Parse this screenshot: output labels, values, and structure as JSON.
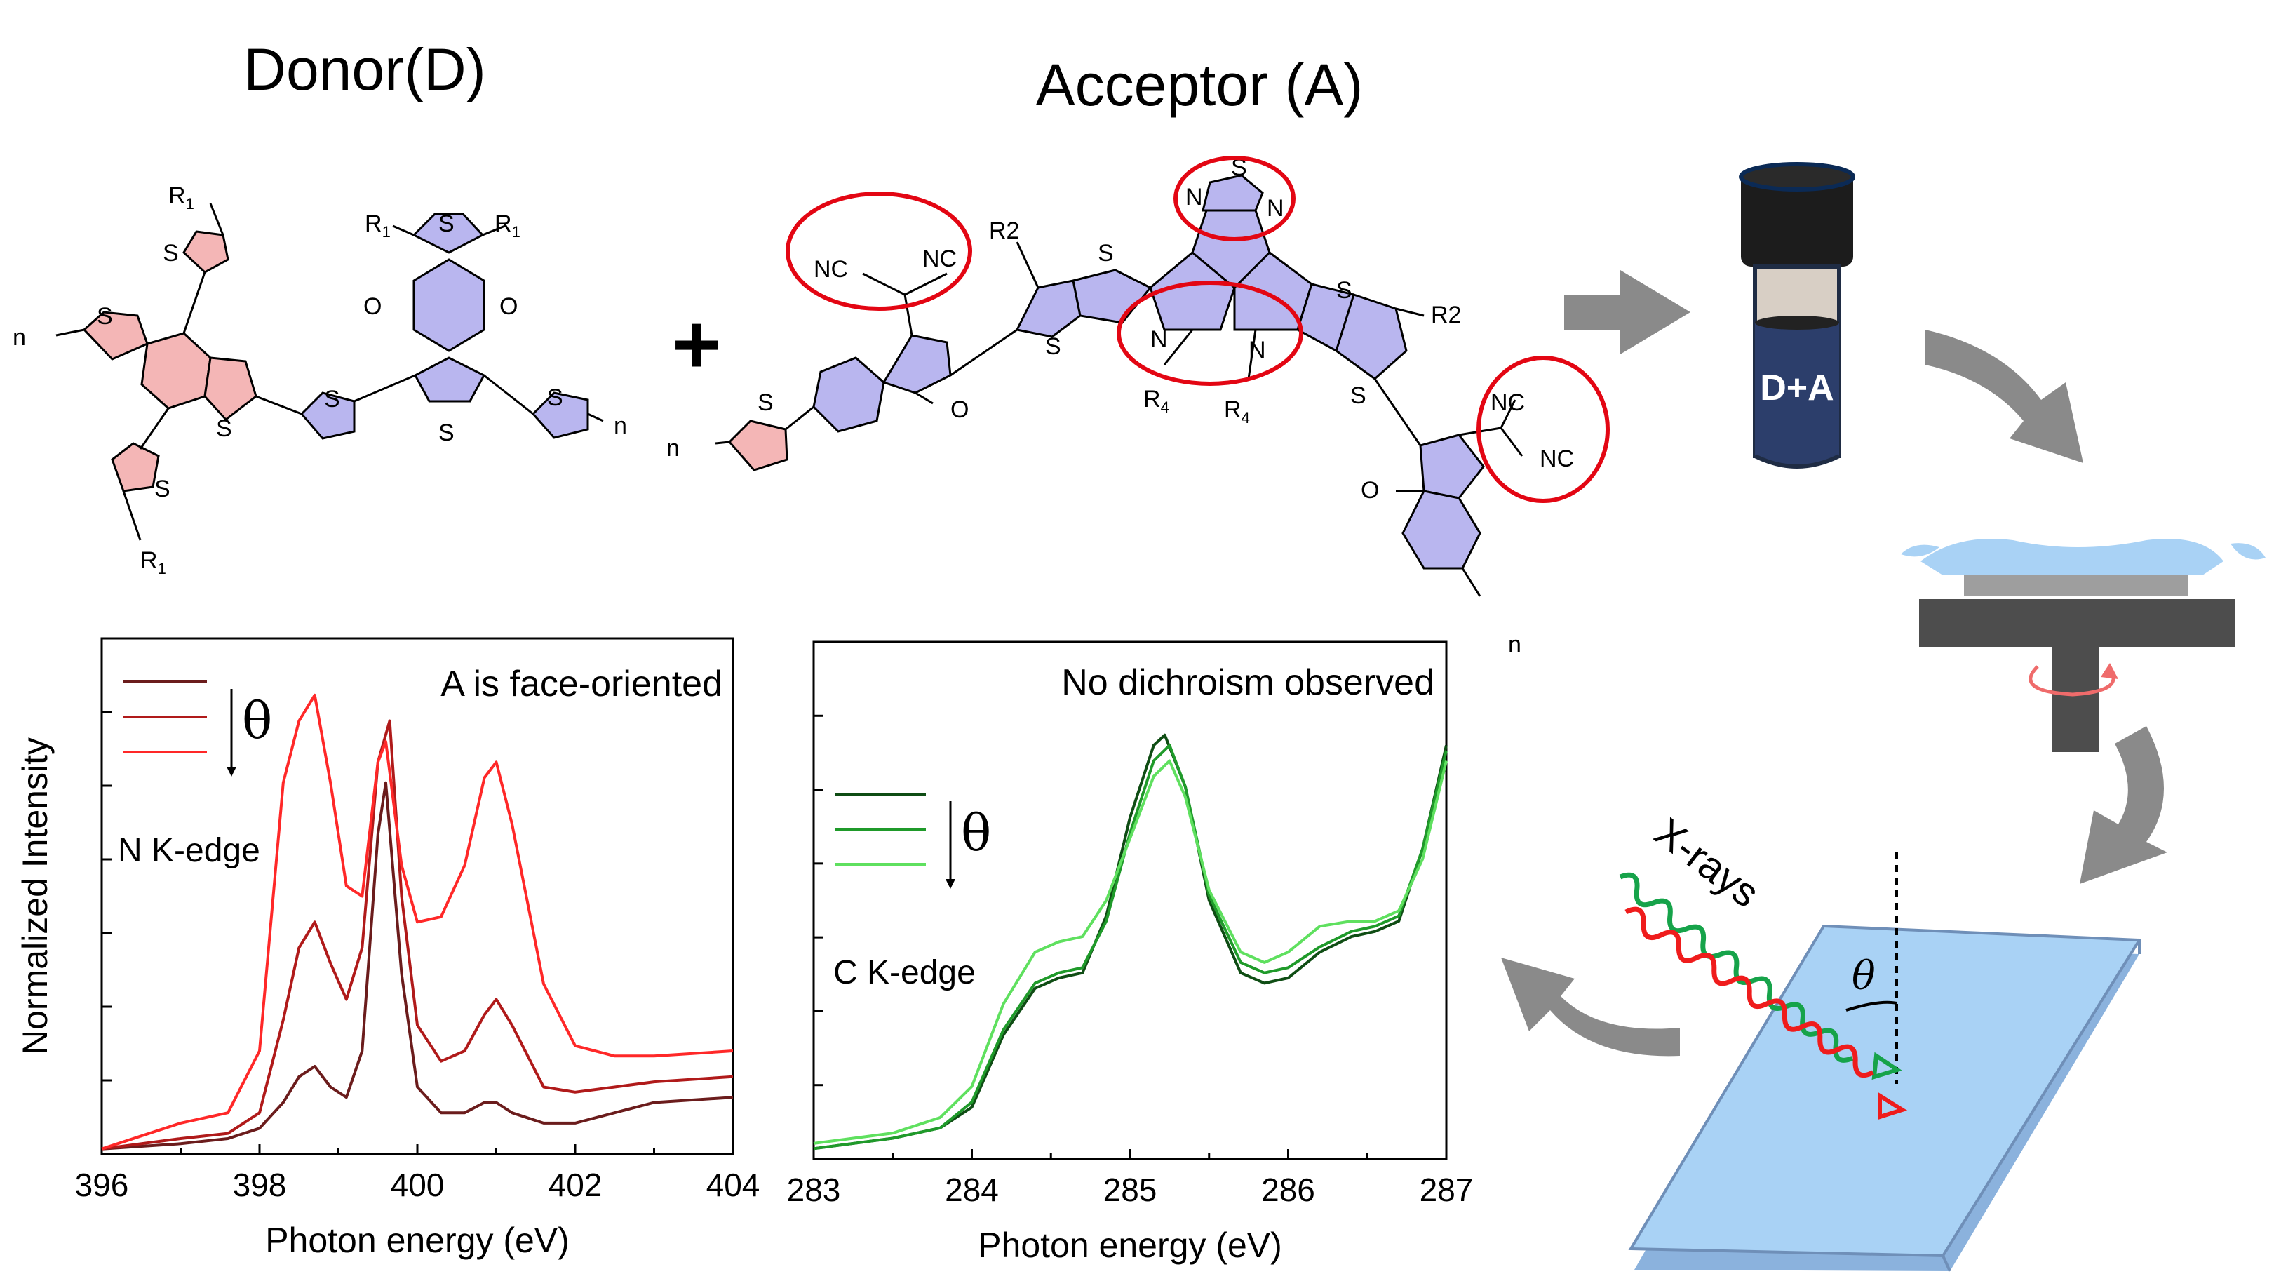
{
  "headings": {
    "donor": "Donor(D)",
    "acceptor": "Acceptor (A)",
    "plus": "+"
  },
  "molecules": {
    "donor_labels": {
      "r1": "R",
      "sub1": "1",
      "s": "S",
      "o": "O",
      "n": "n"
    },
    "acceptor_labels": {
      "nc": "NC",
      "n": "N",
      "s": "S",
      "o": "O",
      "r2": "R2",
      "r4": "R",
      "sub4": "4",
      "repeat_n": "n"
    }
  },
  "vial": {
    "label": "D+A"
  },
  "xray": {
    "label": "X-rays",
    "angle": "θ"
  },
  "colors": {
    "donor_fill": "#f4b6b6",
    "acceptor_fill": "#b9b6ef",
    "highlight_circle": "#e30613",
    "arrow_gray": "#7f7f7f",
    "substrate": "#a9d2f5",
    "n_edge_series": [
      "#6b1c1c",
      "#b01a1a",
      "#ff2828"
    ],
    "c_edge_series": [
      "#0f4d14",
      "#1f9a2a",
      "#5fe05f"
    ]
  },
  "icons": [
    "arrow-right-icon",
    "curved-arrow-icon",
    "vial-icon",
    "spin-coater-icon",
    "rotation-icon",
    "substrate-icon",
    "wave-icon"
  ],
  "chart_data": [
    {
      "type": "line",
      "title": "",
      "annotation": "A is face-oriented",
      "edge_label": "N K-edge",
      "legend_symbol": "θ",
      "xlabel": "Photon energy (eV)",
      "ylabel": "Normalized Intensity",
      "xlim": [
        396,
        404
      ],
      "ylim": [
        0,
        1
      ],
      "xticks": [
        "396",
        "398",
        "400",
        "402",
        "404"
      ],
      "yticks_shown_labels": false,
      "legend_placement": "top-left",
      "series": [
        {
          "x": [
            396,
            397,
            397.6,
            398,
            398.3,
            398.5,
            398.7,
            398.9,
            399.1,
            399.3,
            399.5,
            399.6,
            399.8,
            400,
            400.3,
            400.6,
            400.85,
            401,
            401.2,
            401.6,
            402,
            402.5,
            403,
            404
          ],
          "y": [
            0.01,
            0.02,
            0.03,
            0.05,
            0.1,
            0.15,
            0.17,
            0.13,
            0.11,
            0.2,
            0.62,
            0.72,
            0.35,
            0.13,
            0.08,
            0.08,
            0.1,
            0.1,
            0.08,
            0.06,
            0.06,
            0.08,
            0.1,
            0.11
          ]
        },
        {
          "x": [
            396,
            397,
            397.6,
            398,
            398.3,
            398.5,
            398.7,
            398.9,
            399.1,
            399.3,
            399.5,
            399.65,
            399.8,
            400,
            400.3,
            400.6,
            400.85,
            401,
            401.2,
            401.6,
            402,
            402.5,
            403,
            404
          ],
          "y": [
            0.01,
            0.03,
            0.04,
            0.08,
            0.26,
            0.4,
            0.45,
            0.37,
            0.3,
            0.4,
            0.76,
            0.84,
            0.5,
            0.25,
            0.18,
            0.2,
            0.27,
            0.3,
            0.25,
            0.13,
            0.12,
            0.13,
            0.14,
            0.15
          ]
        },
        {
          "x": [
            396,
            397,
            397.6,
            398,
            398.3,
            398.5,
            398.7,
            398.9,
            399.1,
            399.3,
            399.5,
            399.6,
            399.8,
            400,
            400.3,
            400.6,
            400.85,
            401,
            401.2,
            401.6,
            402,
            402.5,
            403,
            404
          ],
          "y": [
            0.01,
            0.06,
            0.08,
            0.2,
            0.72,
            0.84,
            0.89,
            0.72,
            0.52,
            0.5,
            0.76,
            0.8,
            0.56,
            0.45,
            0.46,
            0.56,
            0.73,
            0.76,
            0.64,
            0.33,
            0.21,
            0.19,
            0.19,
            0.2
          ]
        }
      ]
    },
    {
      "type": "line",
      "title": "",
      "annotation": "No dichroism observed",
      "edge_label": "C K-edge",
      "legend_symbol": "θ",
      "xlabel": "Photon energy (eV)",
      "ylabel": "",
      "xlim": [
        283,
        287
      ],
      "ylim": [
        0,
        1
      ],
      "xticks": [
        "283",
        "284",
        "285",
        "286",
        "287"
      ],
      "yticks_shown_labels": false,
      "legend_placement": "center-left",
      "series": [
        {
          "x": [
            283,
            283.5,
            283.8,
            284,
            284.2,
            284.4,
            284.55,
            284.7,
            284.85,
            285,
            285.15,
            285.22,
            285.35,
            285.5,
            285.7,
            285.85,
            286,
            286.2,
            286.4,
            286.55,
            286.7,
            286.85,
            287
          ],
          "y": [
            0.02,
            0.04,
            0.06,
            0.1,
            0.24,
            0.33,
            0.35,
            0.36,
            0.47,
            0.66,
            0.8,
            0.82,
            0.72,
            0.5,
            0.36,
            0.34,
            0.35,
            0.4,
            0.43,
            0.44,
            0.46,
            0.6,
            0.8
          ]
        },
        {
          "x": [
            283,
            283.5,
            283.8,
            284,
            284.2,
            284.4,
            284.55,
            284.7,
            284.85,
            285,
            285.15,
            285.25,
            285.35,
            285.5,
            285.7,
            285.85,
            286,
            286.2,
            286.4,
            286.55,
            286.7,
            286.85,
            287
          ],
          "y": [
            0.02,
            0.04,
            0.06,
            0.11,
            0.25,
            0.34,
            0.36,
            0.37,
            0.46,
            0.63,
            0.77,
            0.8,
            0.72,
            0.51,
            0.38,
            0.36,
            0.37,
            0.41,
            0.44,
            0.45,
            0.47,
            0.6,
            0.79
          ]
        },
        {
          "x": [
            283,
            283.5,
            283.8,
            284,
            284.2,
            284.4,
            284.55,
            284.7,
            284.85,
            285,
            285.15,
            285.25,
            285.35,
            285.5,
            285.7,
            285.85,
            286,
            286.2,
            286.4,
            286.55,
            286.7,
            286.85,
            287
          ],
          "y": [
            0.03,
            0.05,
            0.08,
            0.14,
            0.3,
            0.4,
            0.42,
            0.43,
            0.5,
            0.62,
            0.74,
            0.77,
            0.7,
            0.52,
            0.4,
            0.38,
            0.4,
            0.45,
            0.46,
            0.46,
            0.48,
            0.58,
            0.77
          ]
        }
      ]
    }
  ]
}
